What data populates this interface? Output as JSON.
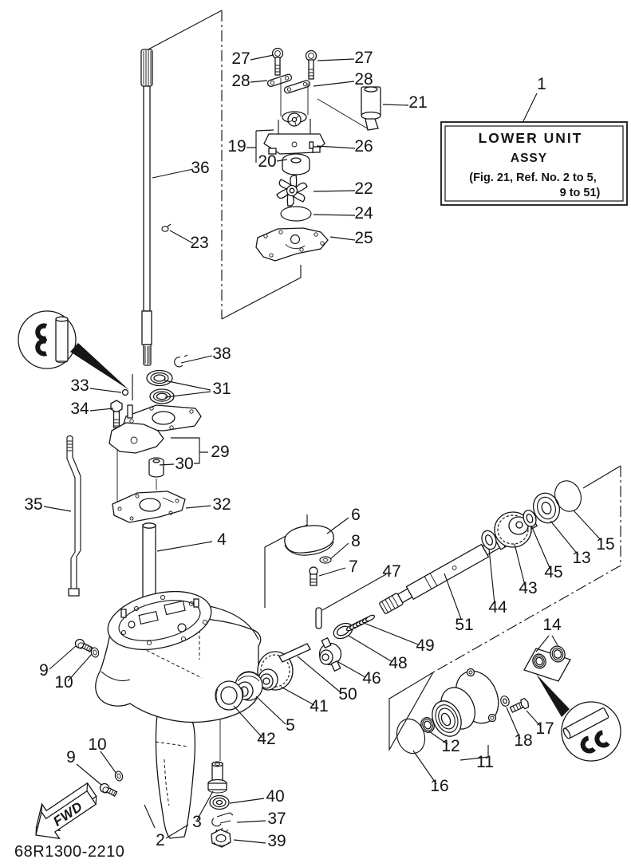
{
  "figure": {
    "part_code": "68R1300-2210",
    "fwd_label": "FWD"
  },
  "title_box": {
    "line1": "LOWER UNIT",
    "line2": "ASSY",
    "line3": "(Fig. 21, Ref. No. 2 to 5,",
    "line4": "9 to 51)"
  },
  "callouts": {
    "n1": "1",
    "n2": "2",
    "n3": "3",
    "n4": "4",
    "n5": "5",
    "n6": "6",
    "n7": "7",
    "n8": "8",
    "n9": "9",
    "n10": "10",
    "n11": "11",
    "n12": "12",
    "n13": "13",
    "n14": "14",
    "n15": "15",
    "n16": "16",
    "n17": "17",
    "n18": "18",
    "n19": "19",
    "n20": "20",
    "n21": "21",
    "n22": "22",
    "n23": "23",
    "n24": "24",
    "n25": "25",
    "n26": "26",
    "n27": "27",
    "n28": "28",
    "n29": "29",
    "n30": "30",
    "n31": "31",
    "n32": "32",
    "n33": "33",
    "n34": "34",
    "n35": "35",
    "n36": "36",
    "n37": "37",
    "n38": "38",
    "n39": "39",
    "n40": "40",
    "n41": "41",
    "n42": "42",
    "n43": "43",
    "n44": "44",
    "n45": "45",
    "n46": "46",
    "n47": "47",
    "n48": "48",
    "n49": "49",
    "n50": "50",
    "n51": "51"
  },
  "colors": {
    "ink": "#161616",
    "paper": "#ffffff"
  }
}
